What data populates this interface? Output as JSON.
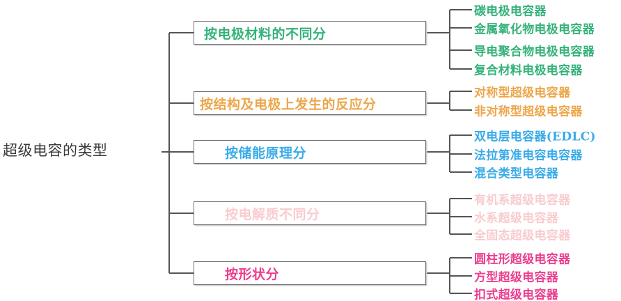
{
  "diagram": {
    "type": "tree",
    "title": "超级电容的类型",
    "root": {
      "label": "超级电容的类型",
      "color": "#3a3a3a"
    },
    "line_color": "#555555",
    "box_border_color": "#6f6f6f",
    "box_shadow_color": "#c9c9c9",
    "background": "#ffffff",
    "branches": [
      {
        "label": "按电极材料的不同分",
        "color": "#35b27a",
        "indent": 14,
        "leaves": [
          "碳电极电容器",
          "金属氧化物电极电容器",
          "导电聚合物电极电容器",
          "复合材料电极电容器"
        ]
      },
      {
        "label": "按结构及电极上发生的反应分",
        "color": "#eda64a",
        "indent": 8,
        "leaves": [
          "对称型超级电容器",
          "非对称型超级电容器"
        ]
      },
      {
        "label": "按储能原理分",
        "color": "#3aabe8",
        "indent": 44,
        "leaves": [
          "双电层电容器(EDLC)",
          "法拉第准电容电容器",
          "混合类型电容器"
        ]
      },
      {
        "label": "按电解质不同分",
        "color": "#f8ccd0",
        "indent": 44,
        "leaves": [
          "有机系超级电容器",
          "水系超级电容器",
          "全固态超级电容器"
        ]
      },
      {
        "label": "按形状分",
        "color": "#ec3e8e",
        "indent": 44,
        "leaves": [
          "圆柱形超级电容器",
          "方型超级电容器",
          "扣式超级电容器"
        ]
      }
    ]
  }
}
